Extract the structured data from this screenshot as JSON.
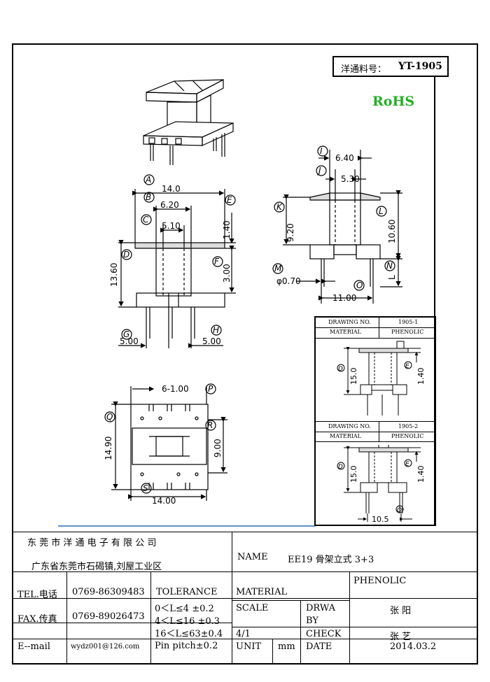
{
  "header": {
    "part_label": "洋通料号：",
    "part_no": "YT-1905",
    "rohs": "RoHS"
  },
  "dims_main": {
    "A": "A",
    "B": "B",
    "C": "C",
    "D": "D",
    "E": "E",
    "F": "F",
    "G": "G",
    "H": "H",
    "a": "14.0",
    "b": "6.20",
    "c": "5.10",
    "d": "13.60",
    "e": "1.40",
    "f": "3.00",
    "g": "5.00",
    "h": "5.00"
  },
  "dims_side": {
    "I": "I",
    "J": "J",
    "K": "K",
    "L": "L",
    "M": "M",
    "N": "N",
    "O": "O",
    "i": "6.40",
    "j": "5.30",
    "k": "9.20",
    "l": "10.60",
    "m": "φ0.70",
    "n": "L",
    "o": "11.00"
  },
  "dims_bottom": {
    "P": "P",
    "Q": "Q",
    "R": "R",
    "S": "S",
    "p": "6-1.00",
    "q": "14.90",
    "r": "9.00",
    "s": "14.00"
  },
  "variant1": {
    "drawing_no_label": "DRAWING NO.",
    "drawing_no": "1905-1",
    "material_label": "MATERIAL",
    "material": "PHENOLIC",
    "d1": "15.0",
    "d2": "1.40",
    "D1": "D",
    "D2": "E"
  },
  "variant2": {
    "drawing_no_label": "DRAWING NO.",
    "drawing_no": "1905-2",
    "material_label": "MATERIAL",
    "material": "PHENOLIC",
    "d1": "15.0",
    "d2": "1.40",
    "d3": "10.5",
    "D1": "D",
    "D2": "E",
    "D3": "O"
  },
  "title_block": {
    "company": "东 莞 市 洋 通 电 子 有 限 公 司",
    "address": "广东省东莞市石碣镇,刘屋工业区",
    "name_label": "NAME",
    "name_value": "EE19 骨架立式 3+3",
    "tel_label": "TEL.电话",
    "tel": "0769-86309483",
    "fax_label": "FAX.传真",
    "fax": "0769-89026473",
    "email_label": "E--mail",
    "email": "wydz001@126.com",
    "tolerance_label": "TOLERANCE",
    "tol1": "0＜L≤4   ±0.2",
    "tol2": "4＜L≤16  ±0.3",
    "tol3": "16＜L≤63±0.4",
    "tol4": "Pin pitch±0.2",
    "material_label": "MATERIAL",
    "material": "PHENOLIC",
    "scale_label": "SCALE",
    "scale": "4/1",
    "drawn_label1": "DRWA",
    "drawn_label2": "BY",
    "drawn": "张 阳",
    "check_label": "CHECK",
    "check": "张 艺",
    "unit_label": "UNIT",
    "unit": "mm",
    "date_label": "DATE",
    "date": "2014.03.2"
  }
}
